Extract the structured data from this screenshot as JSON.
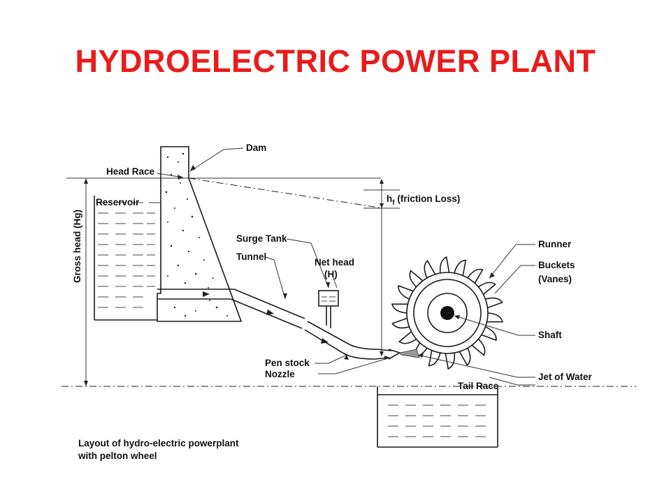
{
  "title": "HYDROELECTRIC POWER PLANT",
  "colors": {
    "title": "#e81c1c",
    "ink": "#1a1a1a"
  },
  "labels": {
    "dam": "Dam",
    "head_race": "Head Race",
    "reservoir": "Reservoir",
    "gross_head": "Gross head (Hg)",
    "friction_loss_prefix": "h",
    "friction_loss_sub": "f",
    "friction_loss_suffix": " (friction Loss)",
    "surge_tank": "Surge Tank",
    "tunnel": "Tunnel",
    "net_head": "Net head",
    "net_head_symbol": "(H)",
    "runner": "Runner",
    "buckets": "Buckets",
    "vanes": "(Vanes)",
    "shaft": "Shaft",
    "jet_of_water": "Jet of Water",
    "tail_race": "Tail Race",
    "pen_stock": "Pen stock",
    "nozzle": "Nozzle"
  },
  "caption": {
    "line1": "Layout of hydro-electric powerplant",
    "line2": "with pelton wheel"
  },
  "icons": {
    "wheel": "pelton-wheel-icon",
    "dam": "dam-icon"
  }
}
